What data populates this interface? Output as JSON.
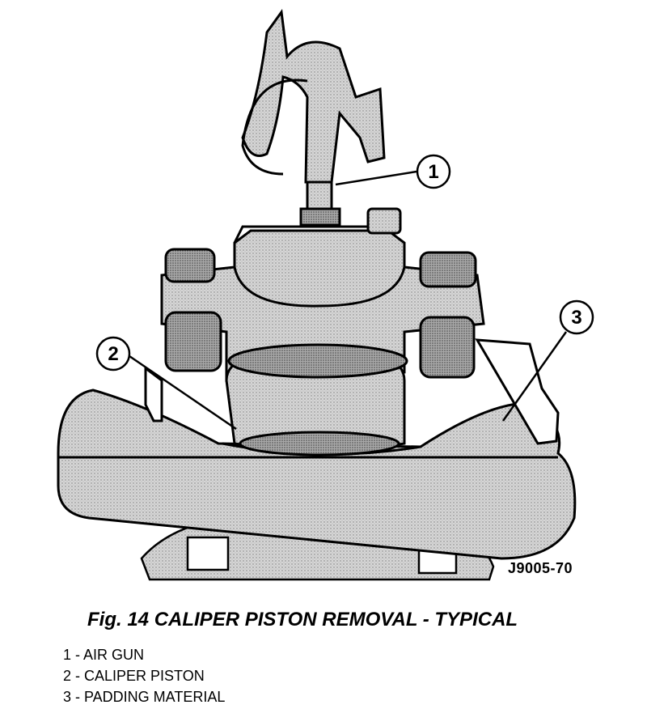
{
  "figure": {
    "caption": "Fig. 14 CALIPER PISTON REMOVAL - TYPICAL",
    "figure_id": "J9005-70"
  },
  "callouts": [
    {
      "number": "1"
    },
    {
      "number": "2"
    },
    {
      "number": "3"
    }
  ],
  "legend": [
    "1 - AIR GUN",
    "2 - CALIPER PISTON",
    "3 - PADDING MATERIAL"
  ],
  "colors": {
    "ink": "#000000",
    "shade": "#c8c8c8",
    "paper": "#ffffff"
  }
}
